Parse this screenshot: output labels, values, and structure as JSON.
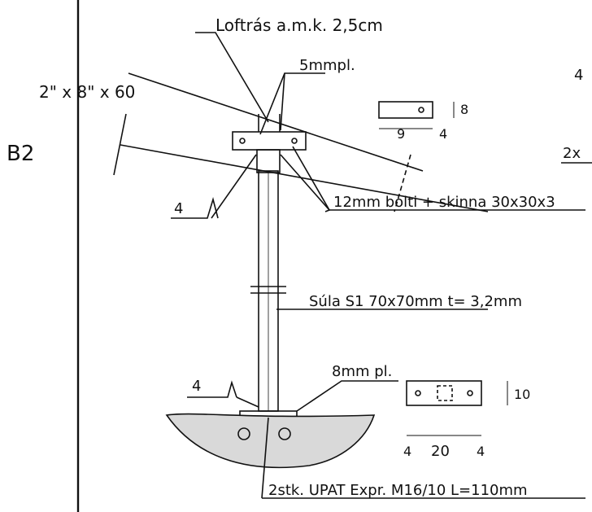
{
  "sheet_label": "B2",
  "labels": {
    "loftras": "Loftrás a.m.k. 2,5cm",
    "plate_5mm": "5mmpl.",
    "beam": "2\" x 8\" x 60",
    "weld_top": "4",
    "bolt": "12mm bolti + skinna 30x30x3",
    "sula": "Súla S1  70x70mm t= 3,2mm",
    "weld_bottom": "4",
    "plate_8mm": "8mm pl.",
    "anchor": "2stk. UPAT Expr. M16/10 L=110mm",
    "edge_top": "4",
    "edge_mid": "2x"
  },
  "detail_top": {
    "dim_width": "9",
    "dim_edge": "4",
    "dim_height": "8"
  },
  "detail_bottom": {
    "dim_left": "4",
    "dim_mid": "20",
    "dim_right": "4",
    "dim_height": "10"
  }
}
